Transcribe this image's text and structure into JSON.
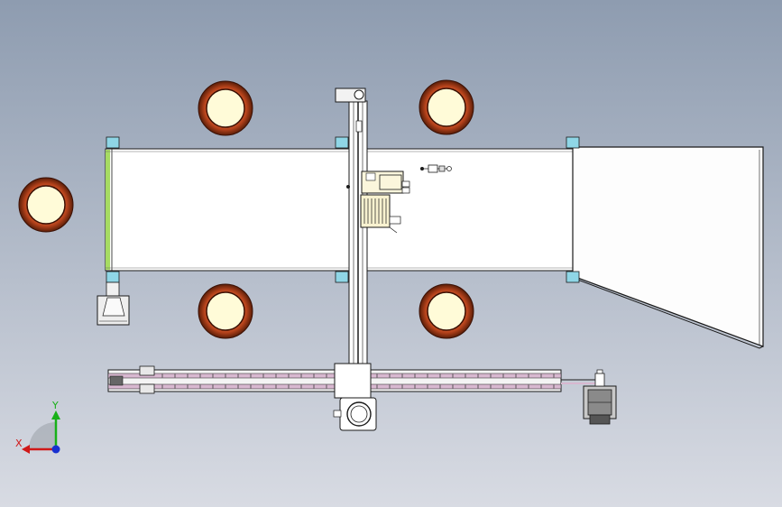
{
  "viewport": {
    "background_top": "#8e9cb0",
    "background_bottom": "#d8dbe3"
  },
  "colors": {
    "line": "#1a1a1a",
    "panel_fill": "#ffffff",
    "hopper_fill": "#fdfdfd",
    "ring_outer": "#7a2a10",
    "ring_mid": "#c0451a",
    "ring_inner_fill": "#fffbd8",
    "cyan_block": "#8fd6e6",
    "rail_pink": "#d8b8d0",
    "belt_edge_green": "#9bd35a",
    "gray_part": "#c8c8c8",
    "dark_part": "#444444"
  },
  "axis_triad": {
    "x_label": "X",
    "y_label": "Y",
    "x_color": "#d01818",
    "y_color": "#18b018",
    "z_color": "#1830d0"
  },
  "cups": [
    {
      "name": "cup-top-left"
    },
    {
      "name": "cup-top-right"
    },
    {
      "name": "cup-left"
    },
    {
      "name": "cup-bottom-left"
    },
    {
      "name": "cup-bottom-right"
    }
  ]
}
